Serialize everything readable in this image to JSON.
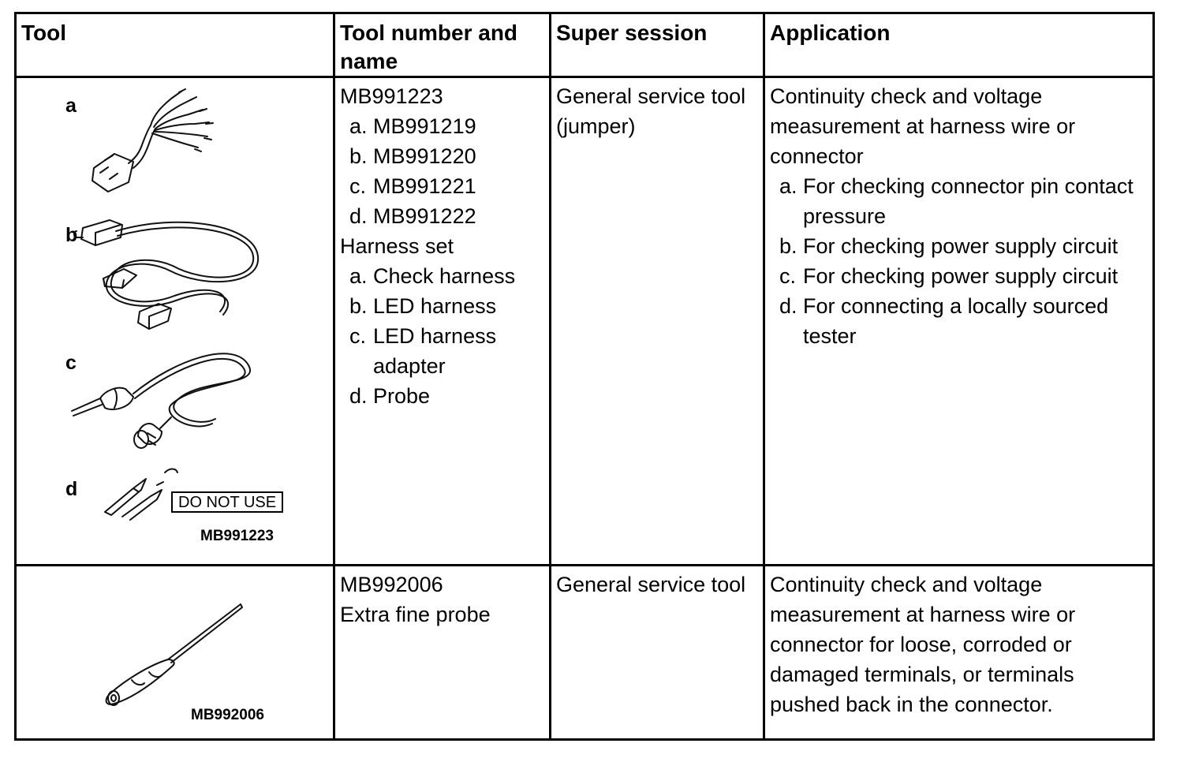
{
  "header": {
    "col_tool": "Tool",
    "col_number": "Tool number and name",
    "col_supersession": "Super session",
    "col_application": "Application"
  },
  "row1": {
    "illustration_labels": {
      "a": "a",
      "b": "b",
      "c": "c",
      "d": "d"
    },
    "do_not_use_label": "DO NOT USE",
    "caption": "MB991223",
    "number": {
      "code": "MB991223",
      "sub_codes": [
        {
          "marker": "a.",
          "text": "MB991219"
        },
        {
          "marker": "b.",
          "text": "MB991220"
        },
        {
          "marker": "c.",
          "text": "MB991221"
        },
        {
          "marker": "d.",
          "text": "MB991222"
        }
      ],
      "set_name": "Harness set",
      "set_items": [
        {
          "marker": "a.",
          "text": "Check harness"
        },
        {
          "marker": "b.",
          "text": "LED harness"
        },
        {
          "marker": "c.",
          "text": "LED harness adapter"
        },
        {
          "marker": "d.",
          "text": "Probe"
        }
      ]
    },
    "supersession": "General service tool (jumper)",
    "application": {
      "intro": "Continuity check and voltage measurement at harness wire or connector",
      "items": [
        {
          "marker": "a.",
          "text": "For checking connector pin contact pressure"
        },
        {
          "marker": "b.",
          "text": "For checking power supply circuit"
        },
        {
          "marker": "c.",
          "text": "For checking power supply circuit"
        },
        {
          "marker": "d.",
          "text": "For connecting a locally sourced tester"
        }
      ]
    }
  },
  "row2": {
    "caption": "MB992006",
    "number": {
      "code": "MB992006",
      "name": "Extra fine probe"
    },
    "supersession": "General service tool",
    "application": "Continuity check and voltage measurement at harness wire or connector for loose, corroded or damaged terminals, or terminals pushed back in the connector."
  },
  "colors": {
    "border": "#000000",
    "background": "#ffffff",
    "text": "#000000"
  }
}
